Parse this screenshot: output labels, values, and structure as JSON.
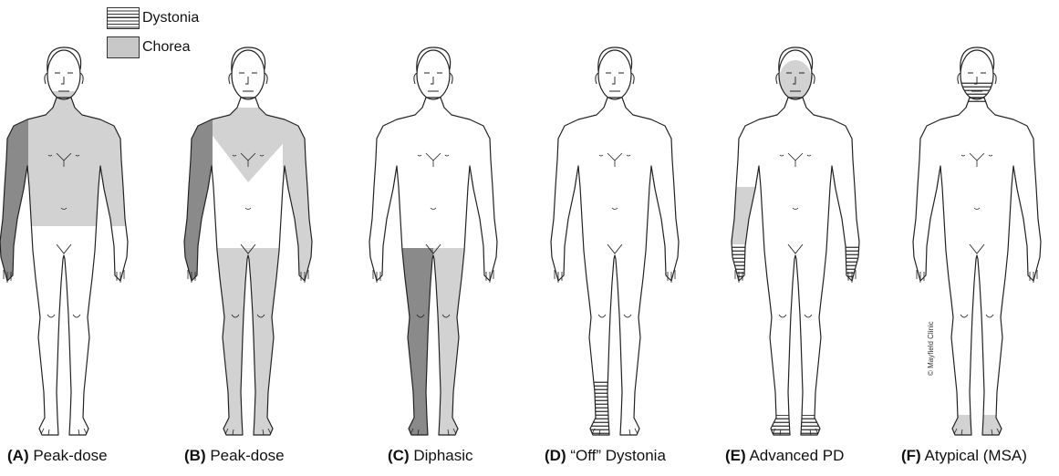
{
  "legend": {
    "items": [
      {
        "label": "Dystonia",
        "pattern": "stripes"
      },
      {
        "label": "Chorea",
        "pattern": "gray"
      }
    ]
  },
  "colors": {
    "chorea_light": "#d2d2d2",
    "chorea_dark": "#8a8a8a",
    "outline": "#222222",
    "stripe": "#333333"
  },
  "figures": [
    {
      "letter": "(A)",
      "label": "Peak-dose"
    },
    {
      "letter": "(B)",
      "label": "Peak-dose"
    },
    {
      "letter": "(C)",
      "label": "Diphasic"
    },
    {
      "letter": "(D)",
      "label": "“Off” Dystonia"
    },
    {
      "letter": "(E)",
      "label": "Advanced PD"
    },
    {
      "letter": "(F)",
      "label": "Atypical (MSA)"
    }
  ],
  "copyright": "© Mayfield Clinic"
}
